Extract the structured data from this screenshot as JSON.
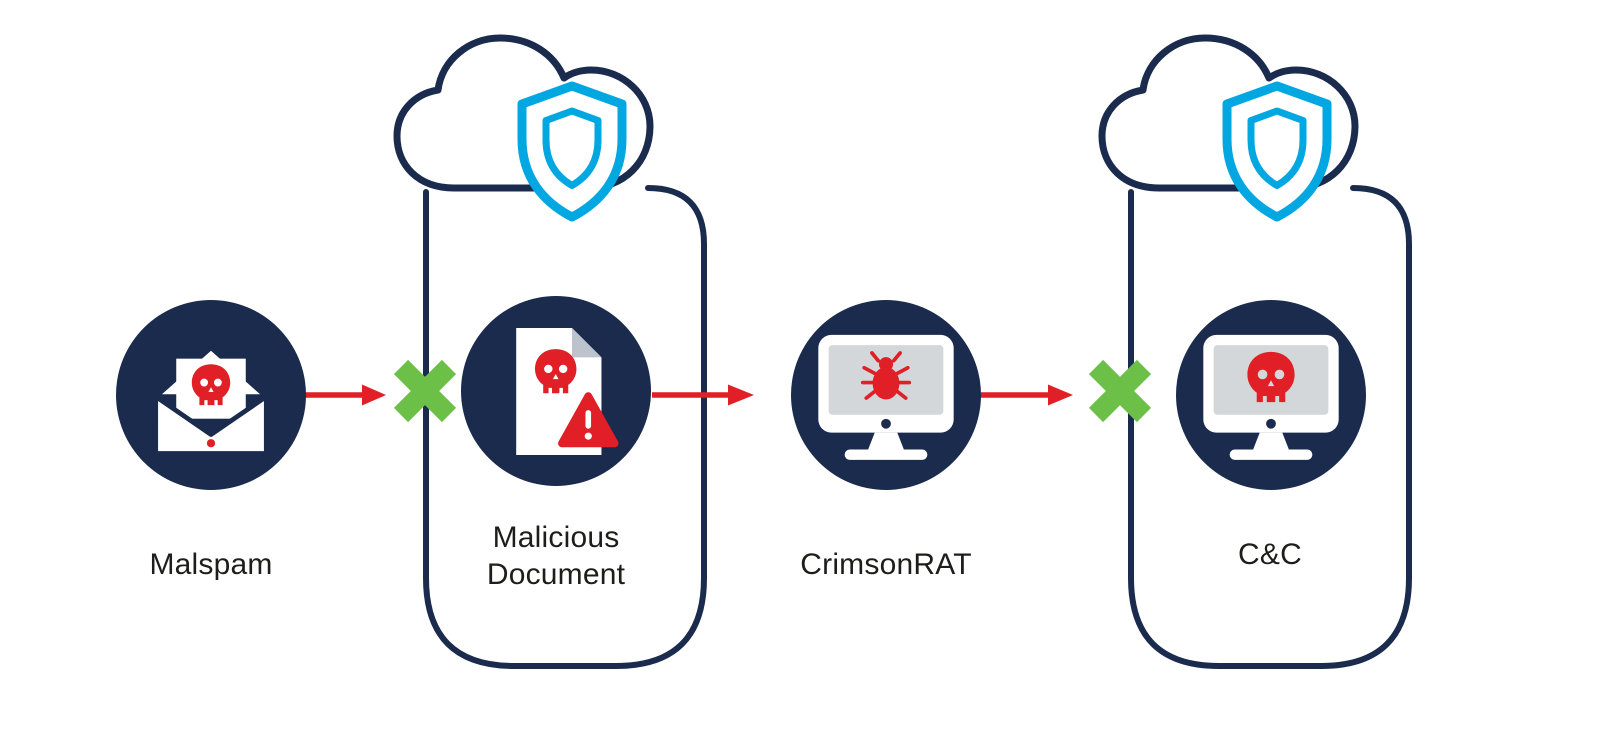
{
  "diagram": {
    "type": "attack-chain-flow",
    "stages": [
      {
        "label": "Malspam",
        "icon": "envelope-skull-icon"
      },
      {
        "label": "Malicious Document",
        "icon": "document-skull-warning-icon",
        "protected_by_cloud_shield": true
      },
      {
        "label": "CrimsonRAT",
        "icon": "monitor-bug-icon"
      },
      {
        "label": "C&C",
        "icon": "monitor-skull-icon",
        "protected_by_cloud_shield": true
      }
    ],
    "connectors": [
      {
        "from": "Malspam",
        "to": "Malicious Document",
        "style": "red-arrow",
        "blocked": true
      },
      {
        "from": "Malicious Document",
        "to": "CrimsonRAT",
        "style": "red-arrow",
        "blocked": false
      },
      {
        "from": "CrimsonRAT",
        "to": "C&C",
        "style": "red-arrow",
        "blocked": true
      }
    ],
    "icons": {
      "cloud": "cloud-outline-icon",
      "shield": "security-shield-icon",
      "blocked": "green-x-blocked-icon",
      "arrow": "red-arrow-icon"
    },
    "colors": {
      "navy": "#1b2b4e",
      "red": "#e01f26",
      "green": "#6cbf47",
      "cyan": "#00a7e1",
      "screen": "#d4d7da",
      "dogear": "#bcc3cc",
      "text": "#1d1d1b",
      "background": "#ffffff"
    }
  }
}
